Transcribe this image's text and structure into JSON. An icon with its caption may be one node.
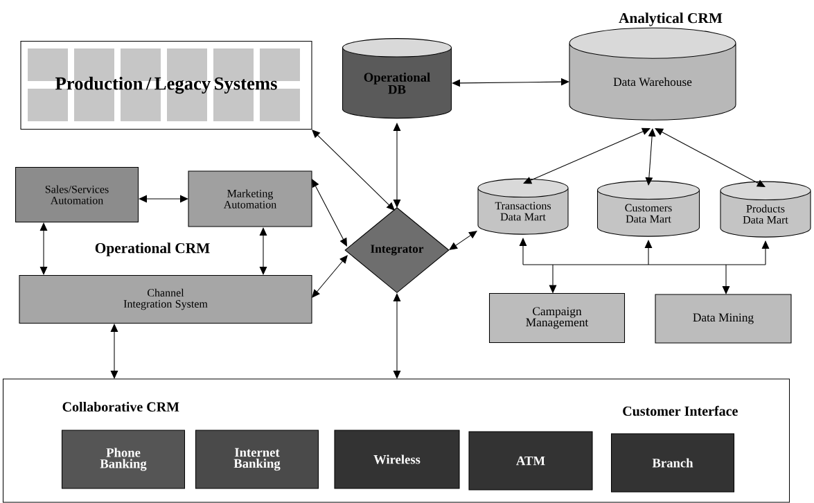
{
  "diagram": {
    "nodes": [
      {
        "text": [
          "Production / Legacy Systems"
        ]
      },
      {
        "text": [
          "Operational DB"
        ]
      },
      {
        "text": [
          "Data Warehouse"
        ]
      },
      {
        "text": [
          "Sales/Services Automation"
        ]
      },
      {
        "text": [
          "Marketing Automation"
        ]
      },
      {
        "text": [
          "Integrator"
        ]
      },
      {
        "text": [
          "Transactions Data Mart"
        ]
      },
      {
        "text": [
          "Customers Data Mart"
        ]
      },
      {
        "text": [
          "Products Data Mart"
        ]
      },
      {
        "text": [
          "Channel Integration System"
        ]
      },
      {
        "text": [
          "Campaign Management"
        ]
      },
      {
        "text": [
          "Data Mining"
        ]
      },
      {
        "text": [
          "Collaborative CRM",
          "Customer Interface"
        ]
      },
      {
        "text": [
          "Phone Banking"
        ],
        "in": 12
      },
      {
        "text": [
          "Internet Banking"
        ],
        "in": 12
      },
      {
        "text": [
          "Wireless"
        ],
        "in": 12
      },
      {
        "text": [
          "ATM"
        ],
        "in": 12
      },
      {
        "text": [
          "Branch"
        ],
        "in": 12
      }
    ],
    "edges": [
      {
        "from": 0,
        "to": 5,
        "arrow": "both"
      },
      {
        "from": 1,
        "to": 5,
        "arrow": "both"
      },
      {
        "from": 1,
        "to": 2,
        "arrow": "both"
      },
      {
        "from": 2,
        "to": 6,
        "arrow": "both"
      },
      {
        "from": 2,
        "to": 7,
        "arrow": "both"
      },
      {
        "from": 2,
        "to": 8,
        "arrow": "both"
      },
      {
        "from": 3,
        "to": 4,
        "arrow": "both"
      },
      {
        "from": 3,
        "to": 9,
        "arrow": "both"
      },
      {
        "from": 4,
        "to": 9,
        "arrow": "both"
      },
      {
        "from": 4,
        "to": 5,
        "arrow": "both"
      },
      {
        "from": 9,
        "to": 5,
        "arrow": "both"
      },
      {
        "from": 5,
        "to": 6,
        "arrow": "both"
      },
      {
        "from": 9,
        "to": 12,
        "arrow": "both"
      },
      {
        "from": 5,
        "to": 12,
        "arrow": "both"
      },
      {
        "from": 10,
        "to": 6,
        "arrow": "both"
      },
      {
        "from": 10,
        "to": 7,
        "arrow": "both"
      },
      {
        "from": 10,
        "to": 8,
        "arrow": "both"
      },
      {
        "from": 11,
        "to": 6,
        "arrow": "both"
      },
      {
        "from": 11,
        "to": 7,
        "arrow": "both"
      },
      {
        "from": 11,
        "to": 8,
        "arrow": "both"
      }
    ],
    "labels": [
      "Analytical CRM",
      "Operational CRM"
    ]
  }
}
